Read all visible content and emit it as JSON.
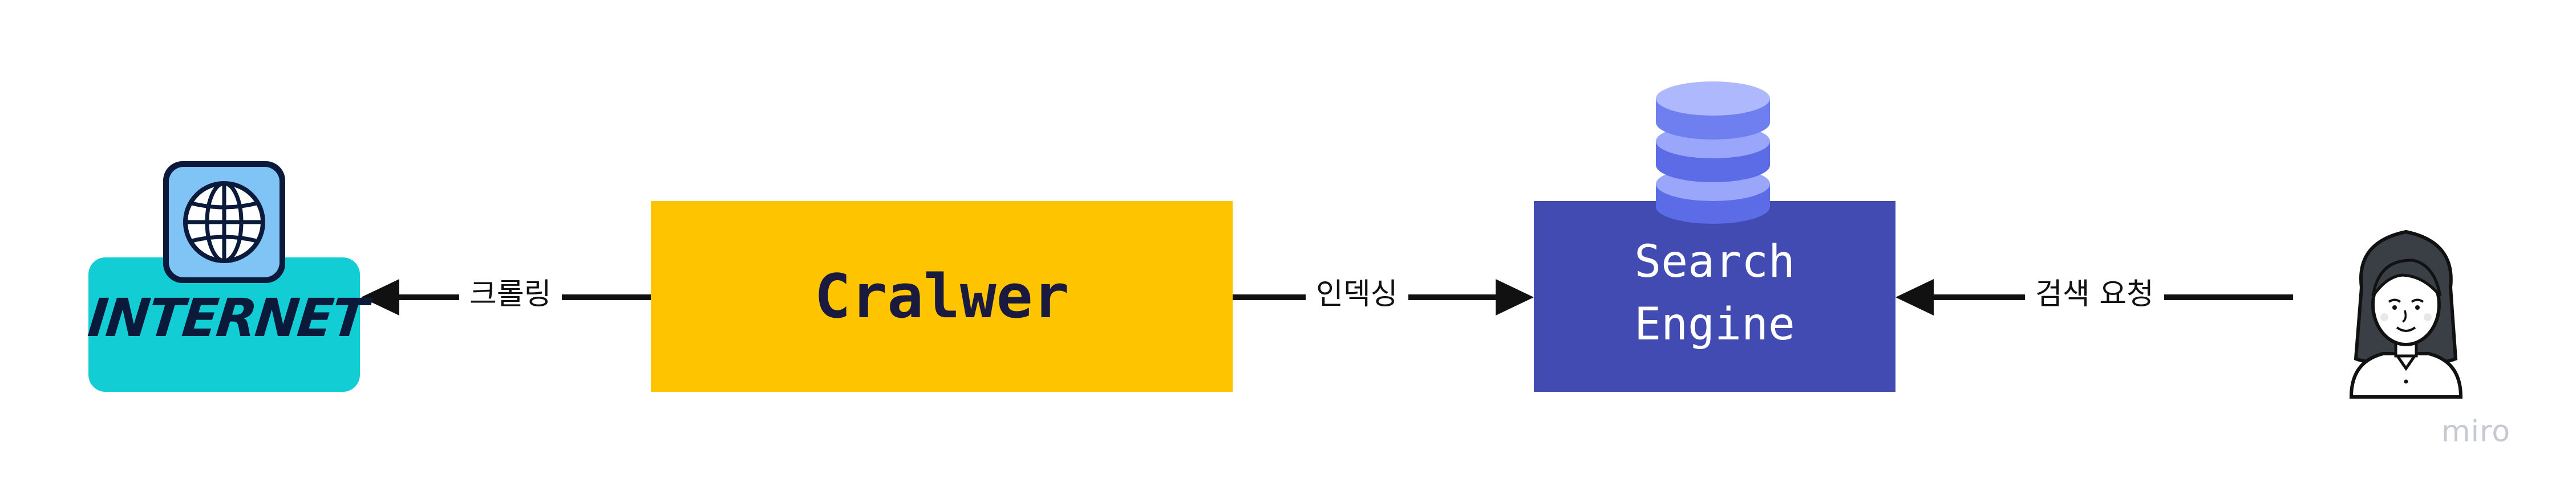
{
  "diagram": {
    "nodes": {
      "internet": {
        "label": "INTERNET",
        "icon": "globe-icon"
      },
      "crawler": {
        "label": "Cralwer"
      },
      "search_engine": {
        "label_line1": "Search",
        "label_line2": "Engine",
        "icon": "database-icon"
      },
      "user": {
        "icon": "woman-avatar-icon"
      }
    },
    "edges": [
      {
        "from": "crawler",
        "to": "internet",
        "label": "크롤링"
      },
      {
        "from": "crawler",
        "to": "search_engine",
        "label": "인덱싱"
      },
      {
        "from": "user",
        "to": "search_engine",
        "label": "검색 요청"
      }
    ],
    "colors": {
      "internet": "#12cdd4",
      "crawler": "#fec400",
      "search_engine": "#414bb2",
      "database": "#7f8ef5",
      "arrow": "#111111"
    }
  },
  "watermark": {
    "text": "miro"
  }
}
